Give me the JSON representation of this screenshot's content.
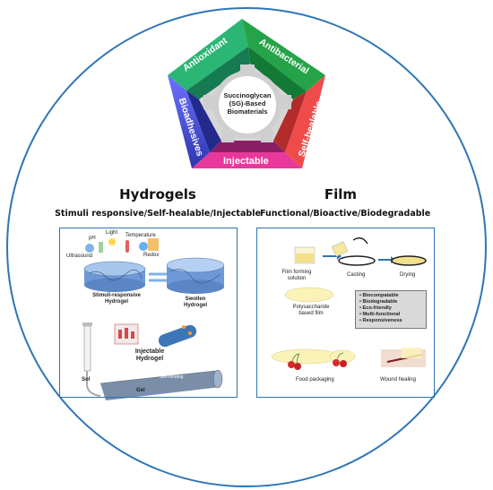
{
  "pentagon": {
    "center": [
      "Succinoglycan",
      "(SG)-Based",
      "Biomaterials"
    ],
    "segments": [
      {
        "label": "Antioxidant",
        "color": "#2bb673"
      },
      {
        "label": "Antibacterial",
        "color": "#24a348"
      },
      {
        "label": "Self-healable",
        "color": "#f04b4b"
      },
      {
        "label": "Injectable",
        "color": "#e8389c"
      },
      {
        "label": "Bioadhesives",
        "color": "#4b52d6"
      }
    ]
  },
  "hydrogels": {
    "title": "Hydrogels",
    "subtitle": "Stimuli responsive/Self-healable/Injectable",
    "stimuli": [
      "Light",
      "pH",
      "Temperature",
      "Ultrasound",
      "Redox"
    ],
    "stimuli_responsive": [
      "Stimuli-responsive",
      "Hydrogel"
    ],
    "swollen": [
      "Swollen",
      "Hydrogel"
    ],
    "injectable": [
      "Injectable",
      "Hydrogel"
    ],
    "sol": "Sol",
    "gel": "Gel",
    "self_healing": "Self-healing"
  },
  "film": {
    "title": "Film",
    "subtitle": "Functional/Bioactive/Biodegradable",
    "film_forming": [
      "Film forming",
      "solution"
    ],
    "casting": "Casting",
    "drying": "Drying",
    "polysaccharide": [
      "Polysaccharide",
      "based film"
    ],
    "properties": [
      "Biocompatable",
      "Biodegradable",
      "Eco-friendly",
      "Multi-functional",
      "Responsiveness"
    ],
    "food_packaging": "Food packaging",
    "wound_healing": "Wound healing"
  }
}
